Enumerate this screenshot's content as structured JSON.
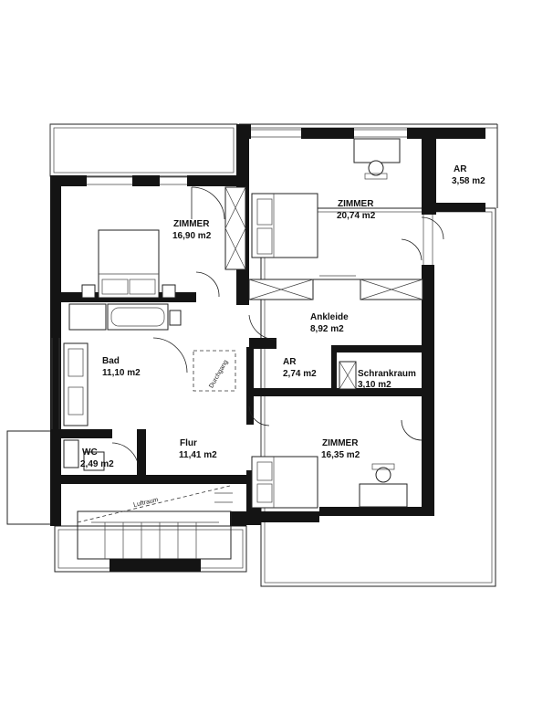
{
  "rooms": {
    "zimmer_a": {
      "name": "ZIMMER",
      "area": "16,90 m2"
    },
    "zimmer_b": {
      "name": "ZIMMER",
      "area": "20,74 m2"
    },
    "ar_top": {
      "name": "AR",
      "area": "3,58 m2"
    },
    "ankleide": {
      "name": "Ankleide",
      "area": "8,92 m2"
    },
    "bad": {
      "name": "Bad",
      "area": "11,10 m2"
    },
    "ar_mid": {
      "name": "AR",
      "area": "2,74 m2"
    },
    "schrankraum": {
      "name": "Schrankraum",
      "area": "3,10 m2"
    },
    "zimmer_c": {
      "name": "ZIMMER",
      "area": "16,35 m2"
    },
    "flur": {
      "name": "Flur",
      "area": "11,41 m2"
    },
    "wc": {
      "name": "WC",
      "area": "2,49 m2"
    }
  },
  "annotations": {
    "luftraum": "Luftraum",
    "durchgang": "Durchgang"
  }
}
